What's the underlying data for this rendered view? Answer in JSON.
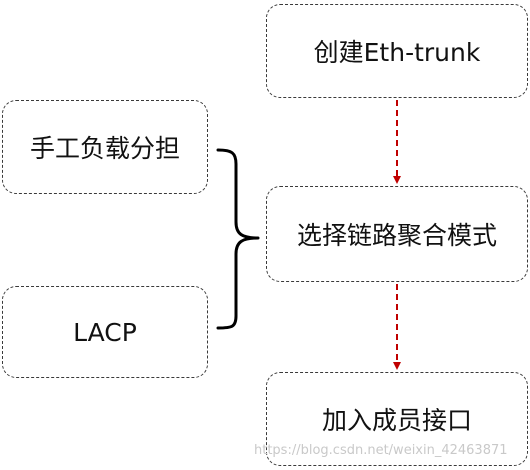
{
  "diagram": {
    "create_eth_trunk": "创建Eth-trunk",
    "select_mode": "选择链路聚合模式",
    "add_member_port": "加入成员接口",
    "manual_load_balance": "手工负载分担",
    "lacp": "LACP"
  },
  "watermark": "https://blog.csdn.net/weixin_42463871",
  "colors": {
    "arrow": "#c00000",
    "box_border": "#3a3a3a",
    "brace": "#000000",
    "text": "#111111"
  }
}
